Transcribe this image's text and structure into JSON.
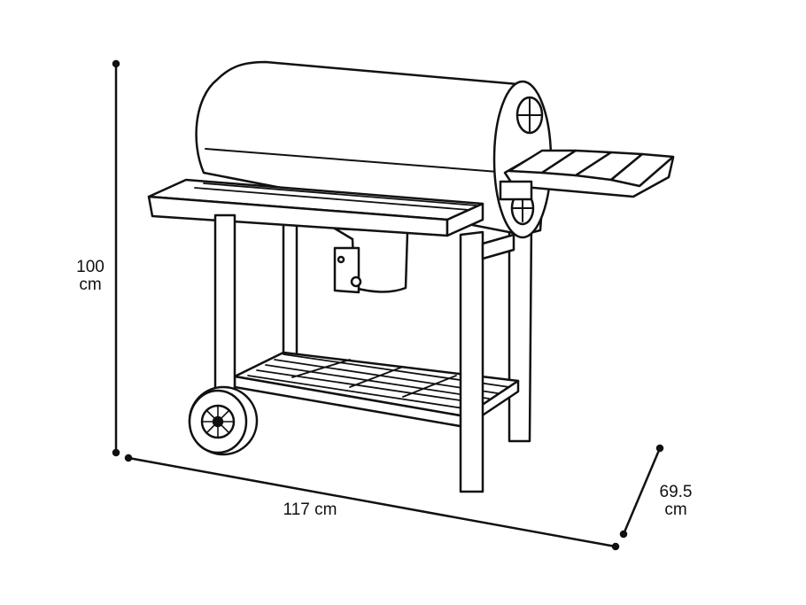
{
  "dimensions": {
    "height": {
      "value": "100",
      "unit": "cm"
    },
    "width": {
      "label": "117 cm"
    },
    "depth": {
      "value": "69.5",
      "unit": "cm"
    }
  },
  "colors": {
    "line": "#111111",
    "background": "#ffffff"
  }
}
